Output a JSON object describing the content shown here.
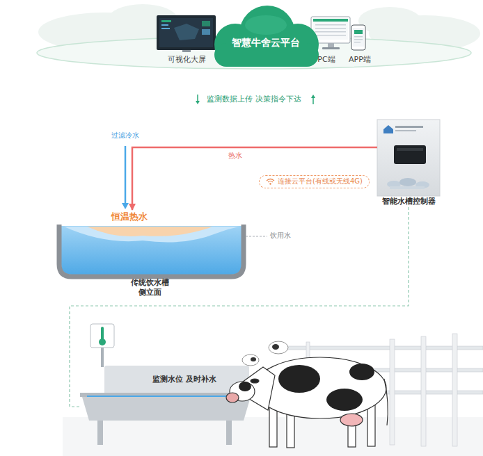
{
  "diagram": {
    "nodes": [
      {
        "text": [
          "可视化大屏"
        ]
      },
      {
        "text": [
          "智慧牛舍云平台"
        ]
      },
      {
        "text": [
          "PC端"
        ]
      },
      {
        "text": [
          "APP端"
        ]
      },
      {
        "text": [
          "智能水槽控制器"
        ]
      },
      {
        "text": [
          "连接云平台(有线或无线4G)"
        ]
      },
      {
        "text": [
          "恒温热水",
          "传统饮水槽 侧立面"
        ]
      },
      {
        "text": [
          "监测水位 及时补水"
        ]
      }
    ],
    "edges": [
      {
        "from": 4,
        "to": 6,
        "arrow": "to",
        "label": "热水"
      },
      {
        "from": 4,
        "to": 7,
        "arrow": "none"
      }
    ],
    "labels": [
      "监测数据上传 决策指令下达",
      "过滤冷水",
      "饮用水"
    ]
  }
}
